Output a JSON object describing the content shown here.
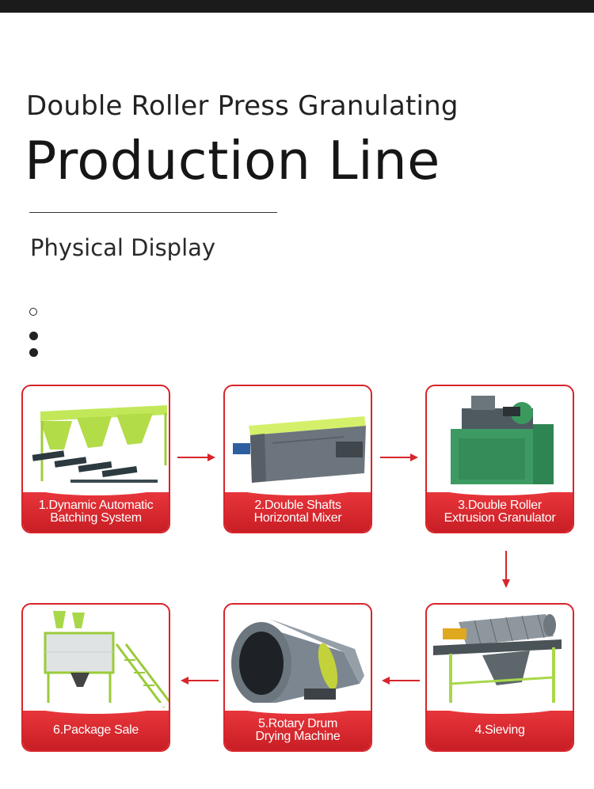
{
  "header": {
    "subtitle": "Double Roller Press Granulating",
    "title": "Production Line",
    "section": "Physical Display"
  },
  "steps": [
    {
      "line1": "1.Dynamic Automatic",
      "line2": "Batching System",
      "icon": "batching-machine-image"
    },
    {
      "line1": "2.Double Shafts",
      "line2": "Horizontal Mixer",
      "icon": "mixer-machine-image"
    },
    {
      "line1": "3.Double Roller",
      "line2": "Extrusion Granulator",
      "icon": "granulator-machine-image"
    },
    {
      "line1": "4.Sieving",
      "line2": "",
      "icon": "sieving-machine-image"
    },
    {
      "line1": "5.Rotary Drum",
      "line2": "Drying Machine",
      "icon": "dryer-machine-image"
    },
    {
      "line1": "6.Package Sale",
      "line2": "",
      "icon": "packaging-machine-image"
    }
  ],
  "colors": {
    "accent": "#d8242a",
    "machine_green": "#b6e04a",
    "steel": "#707a82"
  }
}
